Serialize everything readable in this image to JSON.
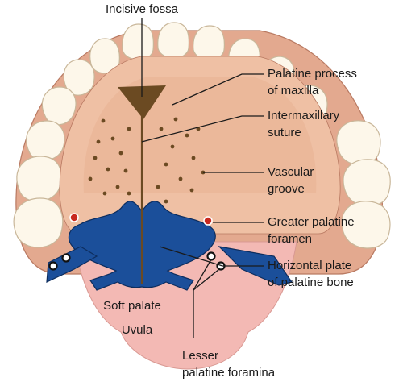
{
  "labels": {
    "incisive_fossa": "Incisive fossa",
    "palatine_process_line1": "Palatine process",
    "palatine_process_line2": "of maxilla",
    "intermaxillary_line1": "Intermaxillary",
    "intermaxillary_line2": "suture",
    "vascular_line1": "Vascular",
    "vascular_line2": "groove",
    "greater_line1": "Greater palatine",
    "greater_line2": "foramen",
    "horizontal_line1": "Horizontal plate",
    "horizontal_line2": "of palatine bone",
    "soft_palate": "Soft palate",
    "uvula": "Uvula",
    "lesser_line1": "Lesser",
    "lesser_line2": "palatine foramina"
  },
  "colors": {
    "gum": "#e3a98f",
    "gum_edge": "#b97a62",
    "palate": "#efc0a4",
    "palate_inner": "#e4a889",
    "teeth": "#fdf7ea",
    "tooth_edge": "#c9b79a",
    "bone": "#1b4f9a",
    "bone_edge": "#0d2d5e",
    "soft_palate": "#f3b9b4",
    "suture": "#6b4a22",
    "dots": "#6b4a22",
    "foramen_red": "#c8281e",
    "leader": "#1a1a1a"
  }
}
